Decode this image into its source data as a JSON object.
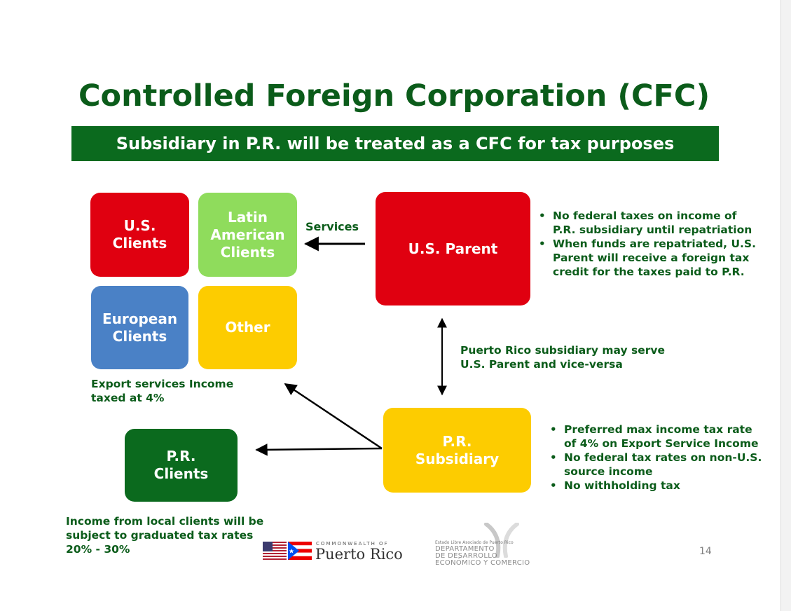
{
  "slide": {
    "title": "Controlled Foreign Corporation (CFC)",
    "banner": "Subsidiary in P.R. will be treated as a CFC for tax purposes",
    "page_number": "14"
  },
  "boxes": {
    "us_clients": "U.S.\nClients",
    "latin_american_clients": "Latin\nAmerican\nClients",
    "european_clients": "European\nClients",
    "other": "Other",
    "us_parent": "U.S. Parent",
    "pr_subsidiary": "P.R.\nSubsidiary",
    "pr_clients": "P.R.\nClients"
  },
  "labels": {
    "services": "Services",
    "serve_note": "Puerto Rico subsidiary may serve\nU.S. Parent and vice-versa",
    "export_note": "Export services Income\ntaxed at 4%",
    "local_note": "Income from local clients will be\nsubject to graduated tax rates\n20% - 30%"
  },
  "us_parent_bullets": [
    "No federal taxes on income of\nP.R. subsidiary until repatriation",
    "When funds are repatriated, U.S.\nParent will receive a foreign tax\ncredit for the taxes paid to P.R."
  ],
  "pr_subsidiary_bullets": [
    "Preferred max income tax rate\nof 4% on Export Service Income",
    "No federal tax rates on non-U.S.\nsource income",
    "No withholding tax"
  ],
  "footer": {
    "commonwealth_small": "COMMONWEALTH OF",
    "commonwealth_name": "Puerto Rico",
    "ddec_tiny": "Estado Libre Asociado de Puerto Rico",
    "ddec_line1": "DEPARTAMENTO",
    "ddec_line2": "DE DESARROLLO",
    "ddec_line3": "ECONÓMICO Y COMERCIO"
  },
  "colors": {
    "title_green": "#0b5c1a",
    "banner_green": "#0b6a1e",
    "red": "#e00010",
    "lime": "#8fdc5c",
    "blue": "#4a81c6",
    "yellow": "#fdcc00"
  }
}
